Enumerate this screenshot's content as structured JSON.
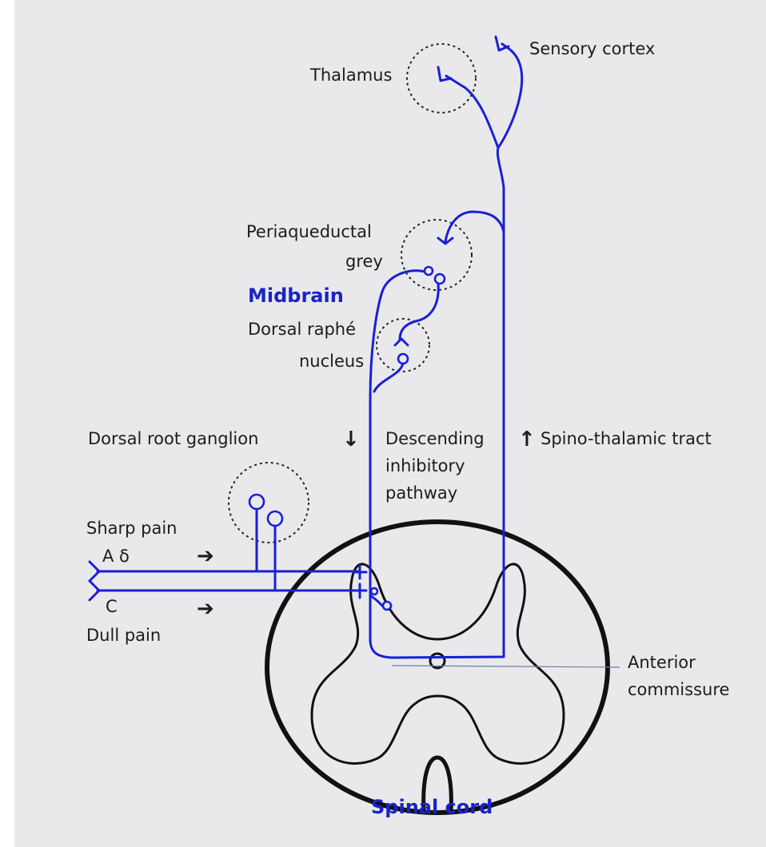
{
  "labels": {
    "thalamus": "Thalamus",
    "sensory_cortex": "Sensory cortex",
    "periaqueductal_line1": "Periaqueductal",
    "periaqueductal_line2": "grey",
    "midbrain": "Midbrain",
    "dorsal_raphe_line1": "Dorsal raphé",
    "dorsal_raphe_line2": "nucleus",
    "dorsal_root_ganglion": "Dorsal root ganglion",
    "descending_line1": "Descending",
    "descending_line2": "inhibitory",
    "descending_line3": "pathway",
    "spinothalamic": "Spino-thalamic tract",
    "sharp_pain": "Sharp pain",
    "a_delta": "A δ",
    "c_fibre": "C",
    "dull_pain": "Dull pain",
    "anterior_line1": "Anterior",
    "anterior_line2": "commissure",
    "spinal_cord": "Spinal cord"
  },
  "symbols": {
    "down_arrow": "↓",
    "up_arrow": "↑",
    "right_arrow": "➔"
  },
  "colors": {
    "neuron_blue": "#1a1fd6",
    "heading_blue": "#1c22c8",
    "background": "#e9e9ec"
  }
}
